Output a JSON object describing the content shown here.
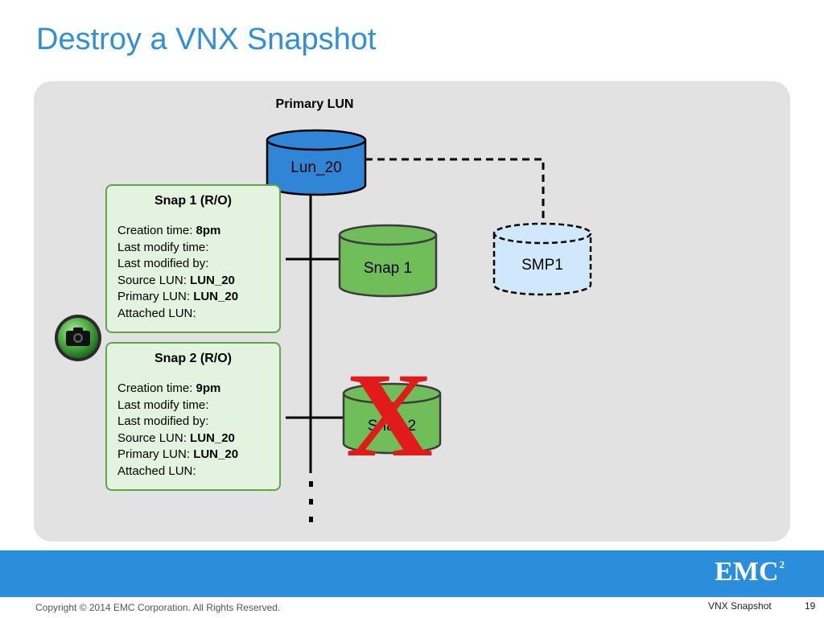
{
  "slide": {
    "title": "Destroy a VNX Snapshot",
    "copyright": "Copyright © 2014 EMC Corporation. All Rights Reserved.",
    "slide_name": "VNX Snapshot",
    "page_number": "19"
  },
  "logo": {
    "text": "EMC",
    "superscript": "2"
  },
  "diagram": {
    "primary_label": "Primary LUN",
    "primary_lun": "Lun_20",
    "snap1_cylinder": "Snap 1",
    "snap2_cylinder": "Snap 2",
    "smp": "SMP1",
    "delete_mark": "X"
  },
  "snap1": {
    "title": "Snap 1 (R/O)",
    "creation_label": "Creation time: ",
    "creation_value": "8pm",
    "modify_label": "Last modify time:",
    "modified_by_label": "Last modified by:",
    "source_label": "Source LUN: ",
    "source_value": "LUN_20",
    "primary_label": "Primary LUN: ",
    "primary_value": "LUN_20",
    "attached_label": "Attached LUN:"
  },
  "snap2": {
    "title": "Snap 2 (R/O)",
    "creation_label": "Creation time: ",
    "creation_value": "9pm",
    "modify_label": "Last modify time:",
    "modified_by_label": "Last modified by:",
    "source_label": "Source LUN: ",
    "source_value": "LUN_20",
    "primary_label": "Primary LUN: ",
    "primary_value": "LUN_20",
    "attached_label": "Attached LUN:"
  },
  "colors": {
    "title_blue": "#2f8fd8",
    "primary_lun_fill": "#2f86d6",
    "snap_green": "#6fbe5a",
    "smp_fill": "#cfe9fb",
    "delete_red": "#e11b1b",
    "footer_blue": "#2a8edc"
  },
  "icons": {
    "camera": "camera-icon"
  }
}
